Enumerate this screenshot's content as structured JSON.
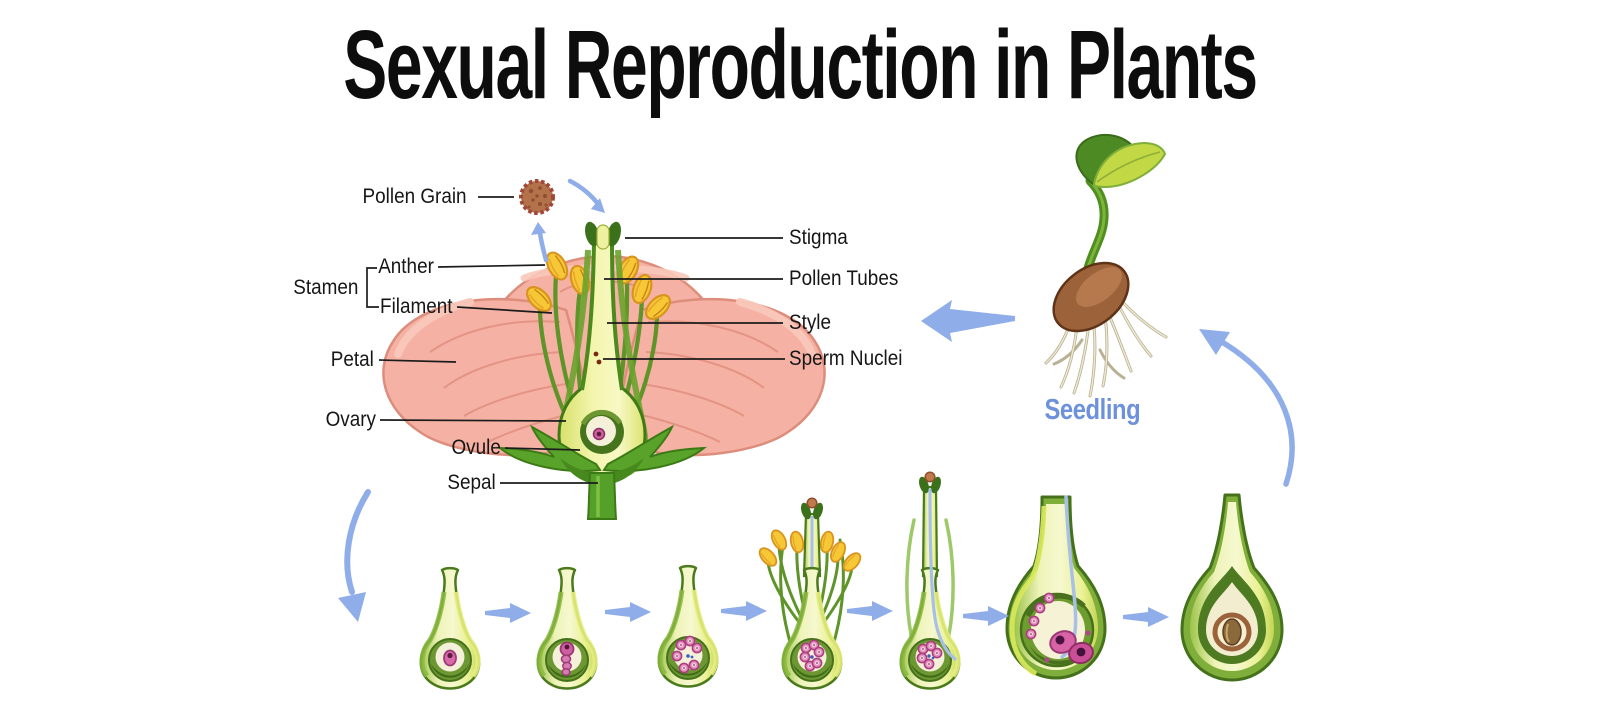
{
  "title": "Sexual Reproduction in Plants",
  "flower": {
    "labels": {
      "pollen_grain": "Pollen Grain",
      "stamen": "Stamen",
      "anther": "Anther",
      "filament": "Filament",
      "petal": "Petal",
      "ovary": "Ovary",
      "ovule": "Ovule",
      "sepal": "Sepal",
      "stigma": "Stigma",
      "pollen_tubes": "Pollen Tubes",
      "style": "Style",
      "sperm_nuclei": "Sperm Nuclei"
    }
  },
  "seedling": {
    "label": "Seedling"
  },
  "palette": {
    "background": "#ffffff",
    "title_text": "#0d0d0d",
    "label_text": "#161616",
    "arrow_blue": "#8fade8",
    "seedling_label_blue": "#6d92db",
    "petal_pink": "#f5b1a3",
    "petal_outline": "#dd8d7c",
    "leaf_green": "#5f9d2a",
    "dark_green": "#3f7a16",
    "style_yellow": "#f2f4a6",
    "anther_yellow": "#f6c836",
    "pollen_grain_brown": "#b4724b",
    "seed_brown": "#9c6239",
    "cell_pink": "#d868a8"
  }
}
